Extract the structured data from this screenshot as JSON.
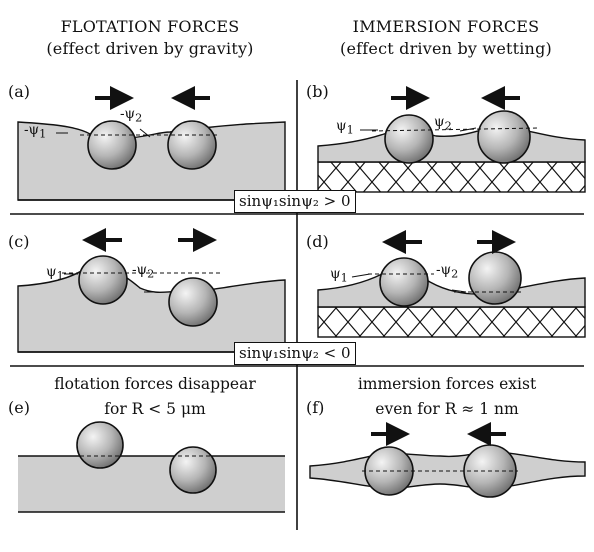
{
  "columns": {
    "left": {
      "title": "FLOTATION FORCES",
      "subtitle": "(effect driven by gravity)"
    },
    "right": {
      "title": "IMMERSION FORCES",
      "subtitle": "(effect driven by wetting)"
    }
  },
  "panels": {
    "a": {
      "label": "(a)",
      "angle1": "-ψ",
      "angle1_sub": "1",
      "angle2": "-ψ",
      "angle2_sub": "2"
    },
    "b": {
      "label": "(b)",
      "angle1": "ψ",
      "angle1_sub": "1",
      "angle2": "ψ",
      "angle2_sub": "2"
    },
    "c": {
      "label": "(c)",
      "angle1": "ψ",
      "angle1_sub": "1",
      "angle2": "-ψ",
      "angle2_sub": "2"
    },
    "d": {
      "label": "(d)",
      "angle1": "ψ",
      "angle1_sub": "1",
      "angle2": "-ψ",
      "angle2_sub": "2"
    },
    "e": {
      "label": "(e)",
      "caption_line1": "flotation forces disappear",
      "caption_line2": "for R < 5 μm"
    },
    "f": {
      "label": "(f)",
      "caption_line1": "immersion forces exist",
      "caption_line2": "even for R ≈ 1 nm"
    }
  },
  "conditions": {
    "positive": "sinψ₁sinψ₂ > 0",
    "negative": "sinψ₁sinψ₂ < 0"
  },
  "colors": {
    "liquid": "#cfcfcf",
    "particle": "#a8a8a8",
    "ink": "#111111"
  }
}
